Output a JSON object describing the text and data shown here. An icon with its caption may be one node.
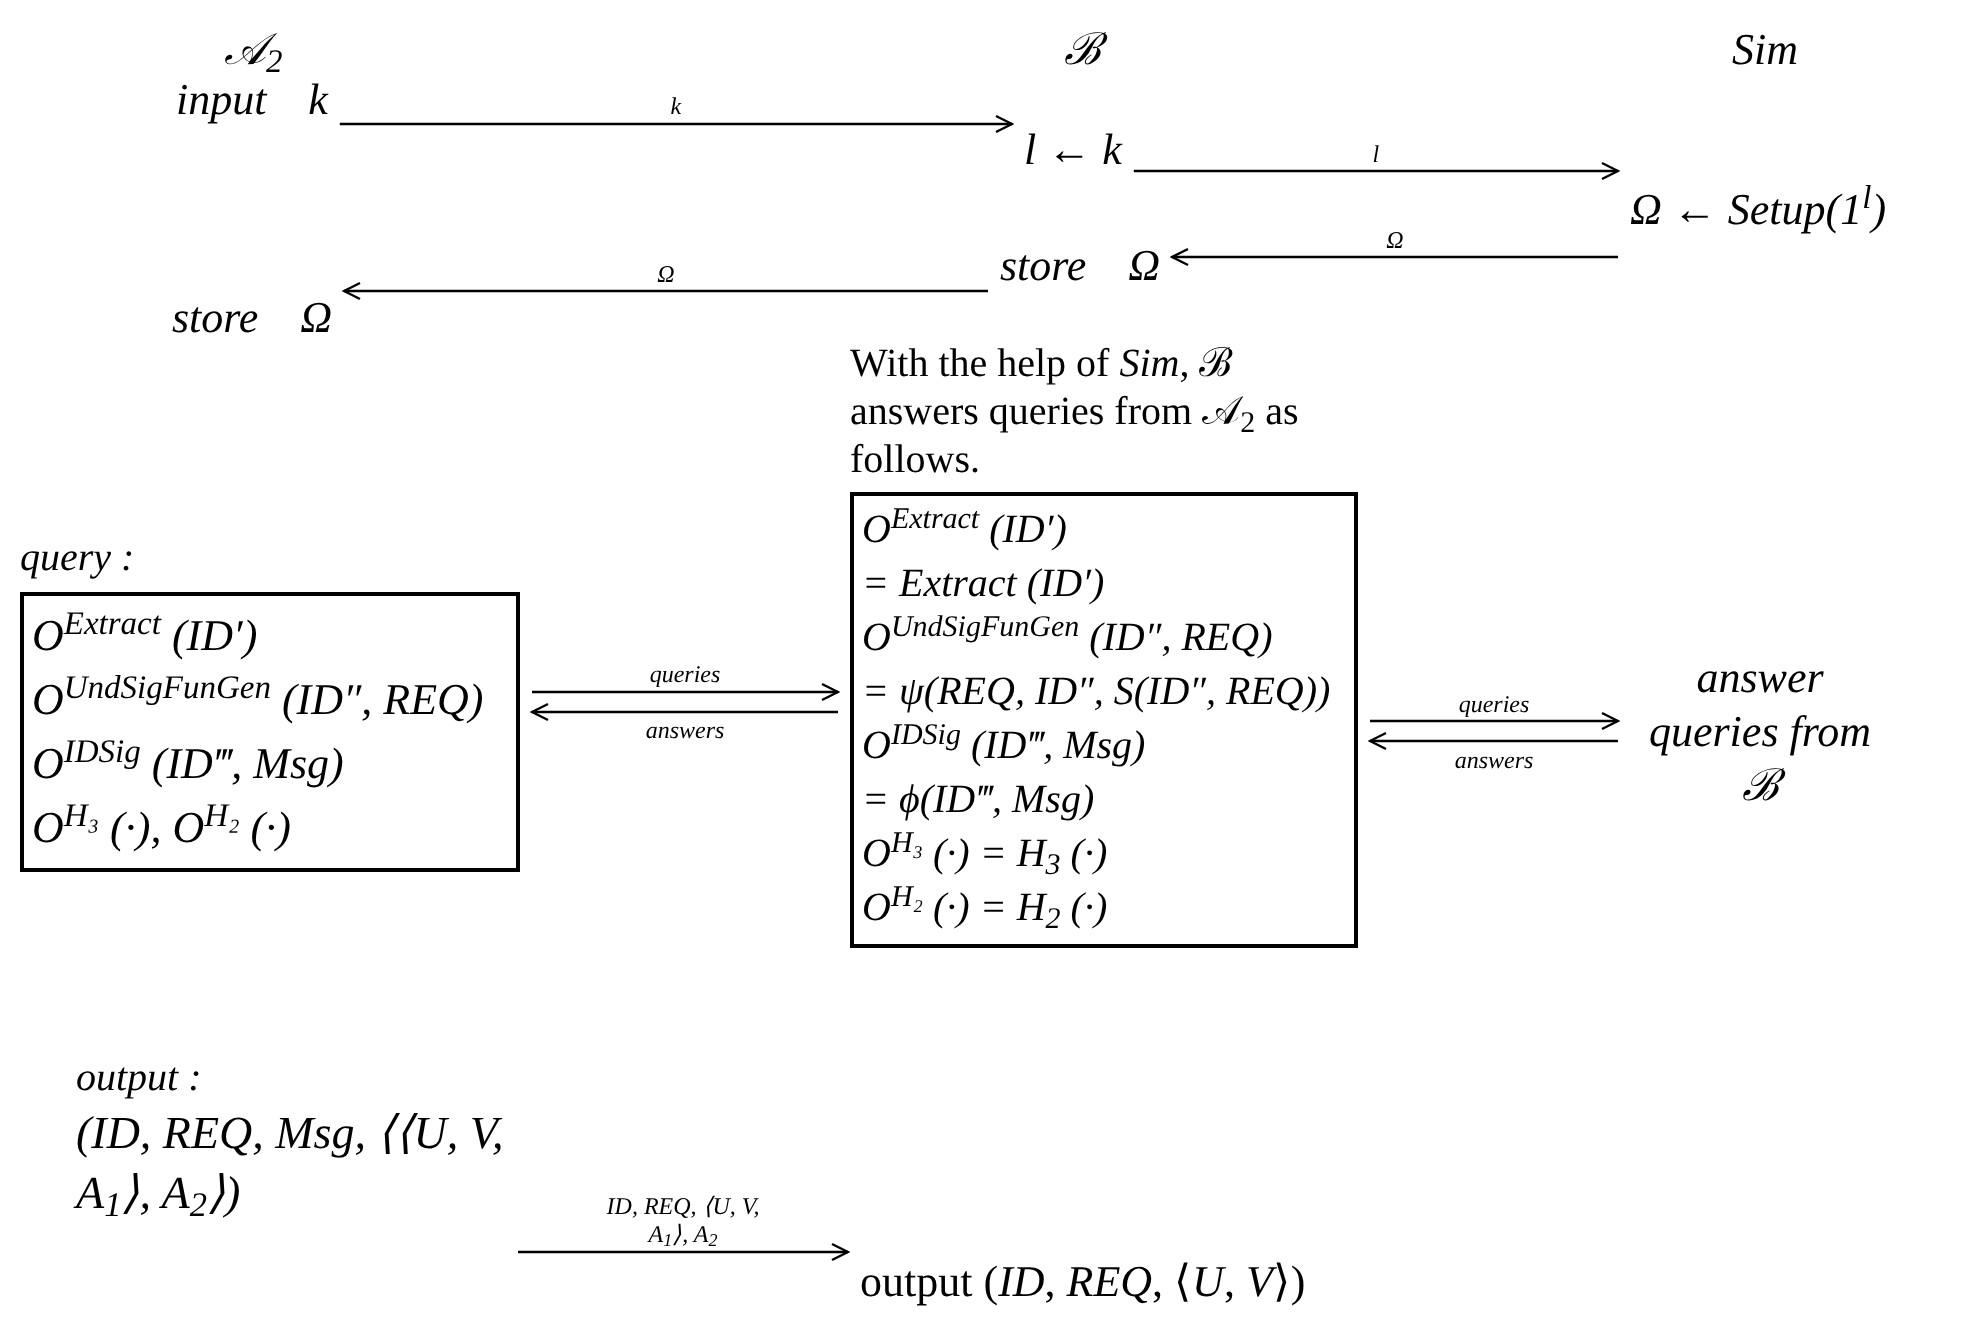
{
  "diagram": {
    "nodes": [
      {
        "text": [
          "input k"
        ]
      },
      {
        "text": [
          "l ← k"
        ]
      },
      {
        "text": [
          "Ω ← Setup(1$^{l}$)"
        ]
      },
      {
        "text": [
          "store Ω"
        ]
      },
      {
        "text": [
          "store Ω"
        ]
      },
      {
        "text": [
          "query :",
          "O$^{Extract}$ (ID′)",
          "O$^{UndSigFunGen}$ (ID″, REQ)",
          "O$^{IDSig}$ (ID‴, Msg)",
          "O$^{H₃}$ (·), O$^{H₂}$ (·)"
        ]
      },
      {
        "text": [
          "With the help of *Sim*, ℬ answers queries from 𝒜$_{2}$ as follows.",
          "O$^{Extract}$ (ID′)",
          "= Extract (ID′)",
          "O$^{UndSigFunGen}$ (ID″, REQ)",
          "= ψ(REQ, ID″, S(ID″, REQ))",
          "O$^{IDSig}$ (ID‴, Msg)",
          "= ϕ(ID‴, Msg)",
          "O$^{H₃}$ (·) = H$_{3}$ (·)",
          "O$^{H₂}$ (·) = H$_{2}$ (·)"
        ]
      },
      {
        "text": [
          "answer queries from ℬ"
        ]
      },
      {
        "text": [
          "output :",
          "(ID, REQ, Msg, ⟨⟨U, V, A$_{1}$⟩, A$_{2}$⟩)"
        ]
      },
      {
        "text": [
          "output (*ID*, *REQ*, ⟨*U*, *V*⟩)"
        ]
      }
    ],
    "edges": [
      {
        "from": 0,
        "to": 1,
        "arrow": "to",
        "label": "k"
      },
      {
        "from": 1,
        "to": 2,
        "arrow": "to",
        "label": "l"
      },
      {
        "from": 2,
        "to": 4,
        "arrow": "to",
        "label": "Ω"
      },
      {
        "from": 4,
        "to": 3,
        "arrow": "to",
        "label": "Ω"
      },
      {
        "from": 5,
        "to": 6,
        "arrow": "to",
        "label": "queries"
      },
      {
        "from": 6,
        "to": 5,
        "arrow": "to",
        "label": "answers"
      },
      {
        "from": 6,
        "to": 7,
        "arrow": "to",
        "label": "queries"
      },
      {
        "from": 7,
        "to": 6,
        "arrow": "to",
        "label": "answers"
      },
      {
        "from": 8,
        "to": 9,
        "arrow": "to",
        "label": "ID, REQ, ⟨U, V, A$_{1}$⟩, A$_{2}$"
      }
    ],
    "labels": [
      "𝒜$_{2}$",
      "ℬ",
      "Sim"
    ]
  }
}
